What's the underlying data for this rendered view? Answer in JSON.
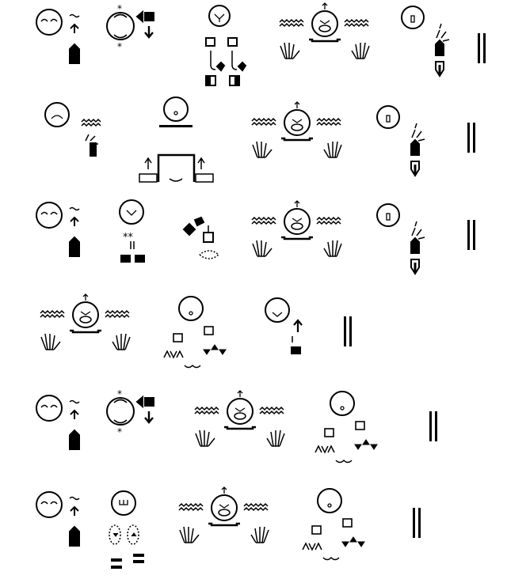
{
  "document": {
    "type": "signwriting-text",
    "colors": {
      "ink": "#000000",
      "background": "#ffffff"
    },
    "lines": [
      {
        "signs": [
          "sign-face-closed-eyes-fist",
          "sign-face-stars-arrow",
          "sign-face-hands-curved-arrows",
          "sign-face-waves-hands",
          "sign-face-hand-burst-arrow",
          "sign-period"
        ]
      },
      {
        "signs": [
          "sign-face-waves-hand",
          "sign-face-table",
          "sign-face-waves-hands",
          "sign-face-hand-burst-arrow",
          "sign-period"
        ]
      },
      {
        "signs": [
          "sign-face-closed-eyes-fist",
          "sign-face-stars-hands",
          "sign-diamond-square",
          "sign-face-waves-hands",
          "sign-face-hand-burst-arrow",
          "sign-period"
        ]
      },
      {
        "signs": [
          "sign-face-waves-hands",
          "sign-face-squares-arrows",
          "sign-face-arrow-square",
          "sign-period"
        ]
      },
      {
        "signs": [
          "sign-face-closed-eyes-fist",
          "sign-face-stars-arrow",
          "sign-face-waves-hands",
          "sign-face-squares-arrows",
          "sign-period"
        ]
      },
      {
        "signs": [
          "sign-face-closed-eyes-fist",
          "sign-face-dotted-hands",
          "sign-face-waves-hands",
          "sign-face-squares-arrows",
          "sign-period"
        ]
      }
    ]
  }
}
